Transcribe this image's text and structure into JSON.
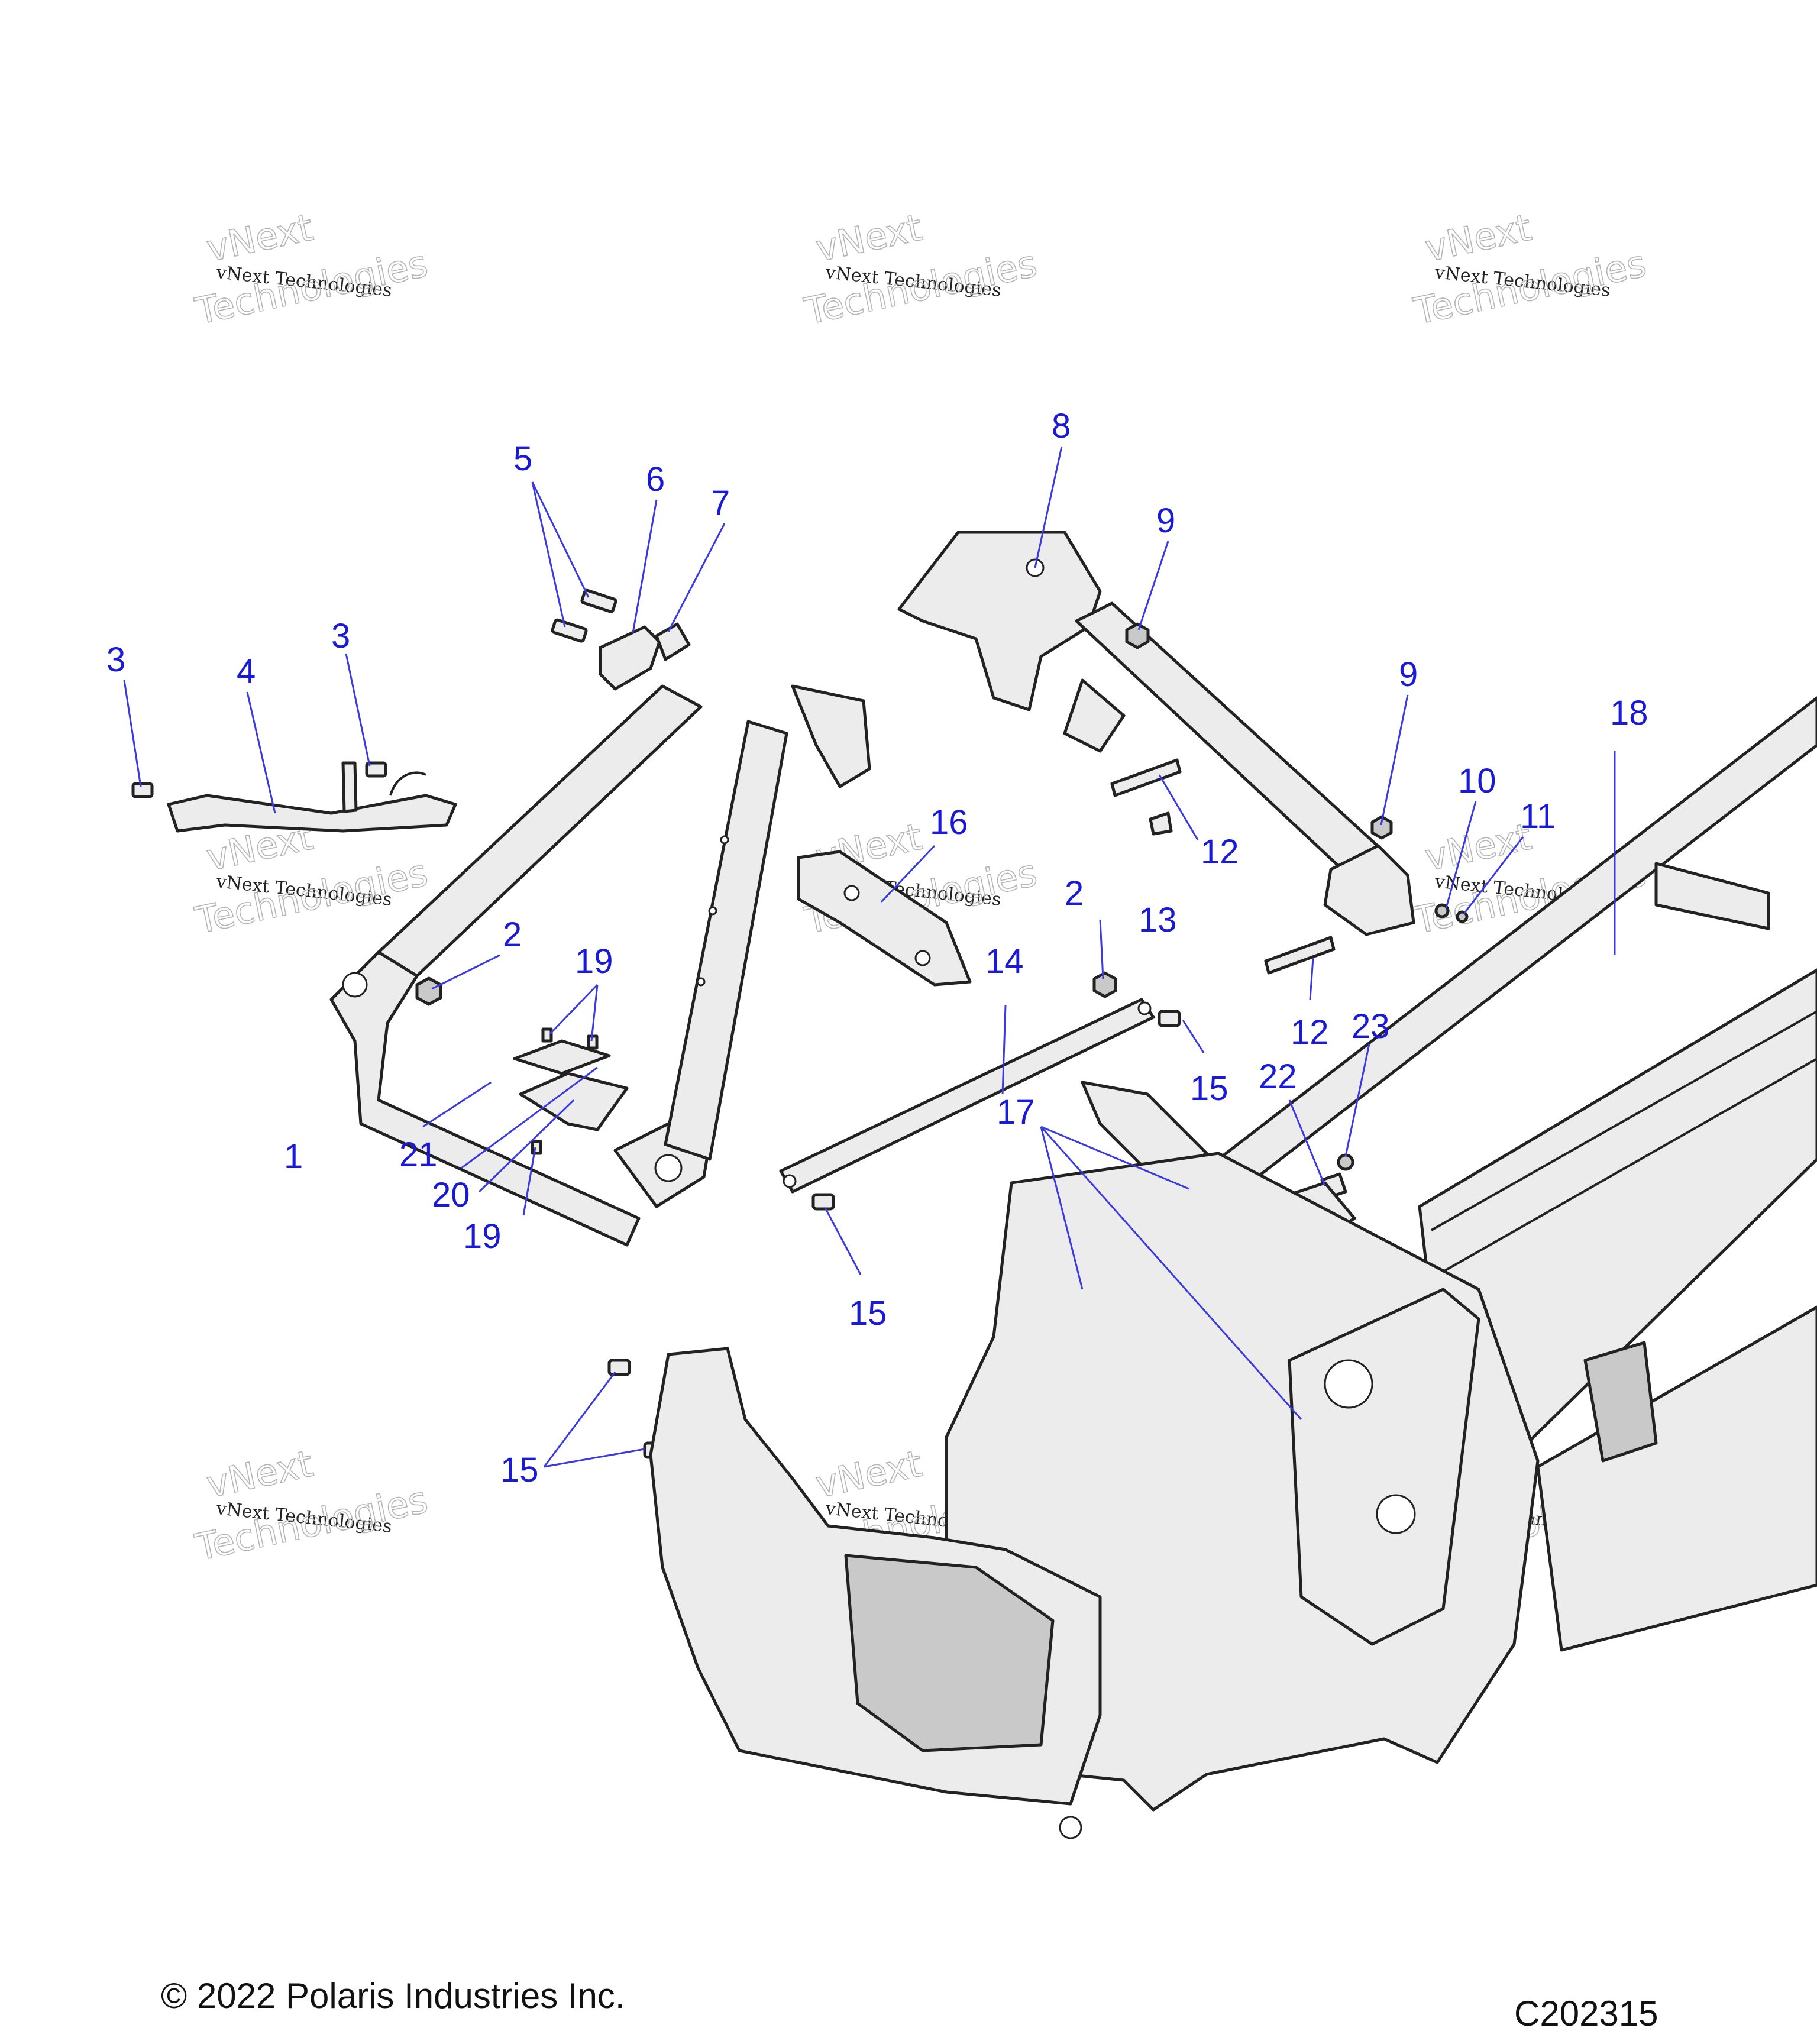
{
  "watermark": {
    "brand": "vNext",
    "line": "vNext Technologies",
    "ghost": "Technologies"
  },
  "callouts": {
    "c1": "1",
    "c2a": "2",
    "c2b": "2",
    "c3a": "3",
    "c3b": "3",
    "c4": "4",
    "c5": "5",
    "c6": "6",
    "c7": "7",
    "c8": "8",
    "c9a": "9",
    "c9b": "9",
    "c10": "10",
    "c11": "11",
    "c12a": "12",
    "c12b": "12",
    "c13": "13",
    "c14": "14",
    "c15a": "15",
    "c15b": "15",
    "c15c": "15",
    "c16": "16",
    "c17": "17",
    "c18": "18",
    "c19a": "19",
    "c19b": "19",
    "c20": "20",
    "c21": "21",
    "c22": "22",
    "c23": "23"
  },
  "footer": {
    "copyright": "© 2022 Polaris Industries Inc.",
    "figure_code": "C202315"
  },
  "colors": {
    "callout": "#1a1ad6",
    "line_art": "#222222",
    "part_fill": "#ececec"
  }
}
